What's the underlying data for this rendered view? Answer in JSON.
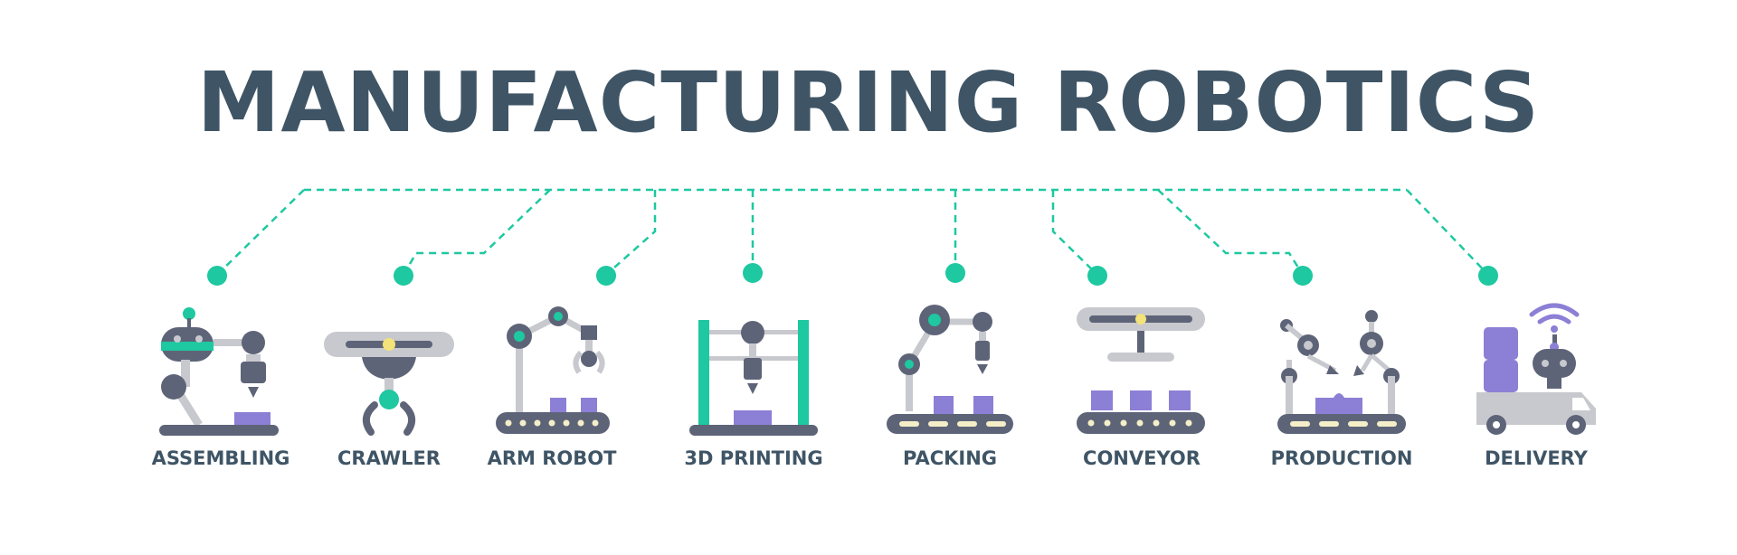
{
  "title": "MANUFACTURING ROBOTICS",
  "colors": {
    "title": "#3f5566",
    "accent": "#1ec8a0",
    "dark": "#5e6478",
    "light": "#c8c9ce",
    "purple": "#8c7fd6"
  },
  "items": [
    {
      "label": "ASSEMBLING",
      "icon": "assembling-robot-icon"
    },
    {
      "label": "CRAWLER",
      "icon": "crawler-robot-icon"
    },
    {
      "label": "ARM ROBOT",
      "icon": "arm-robot-icon"
    },
    {
      "label": "3D PRINTING",
      "icon": "3d-printer-icon"
    },
    {
      "label": "PACKING",
      "icon": "packing-robot-icon"
    },
    {
      "label": "CONVEYOR",
      "icon": "conveyor-icon"
    },
    {
      "label": "PRODUCTION",
      "icon": "production-line-icon"
    },
    {
      "label": "DELIVERY",
      "icon": "delivery-robot-icon"
    }
  ]
}
